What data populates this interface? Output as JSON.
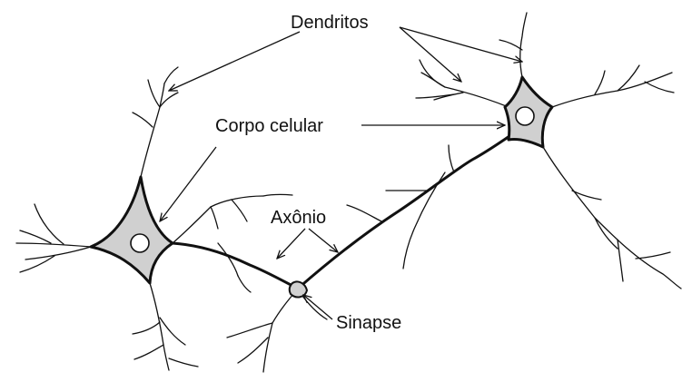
{
  "labels": {
    "dendrites": "Dendritos",
    "cell_body": "Corpo celular",
    "axon": "Axônio",
    "synapse": "Sinapse"
  },
  "colors": {
    "soma_fill": "#d0d0d0",
    "stroke": "#111111",
    "background": "#ffffff"
  }
}
